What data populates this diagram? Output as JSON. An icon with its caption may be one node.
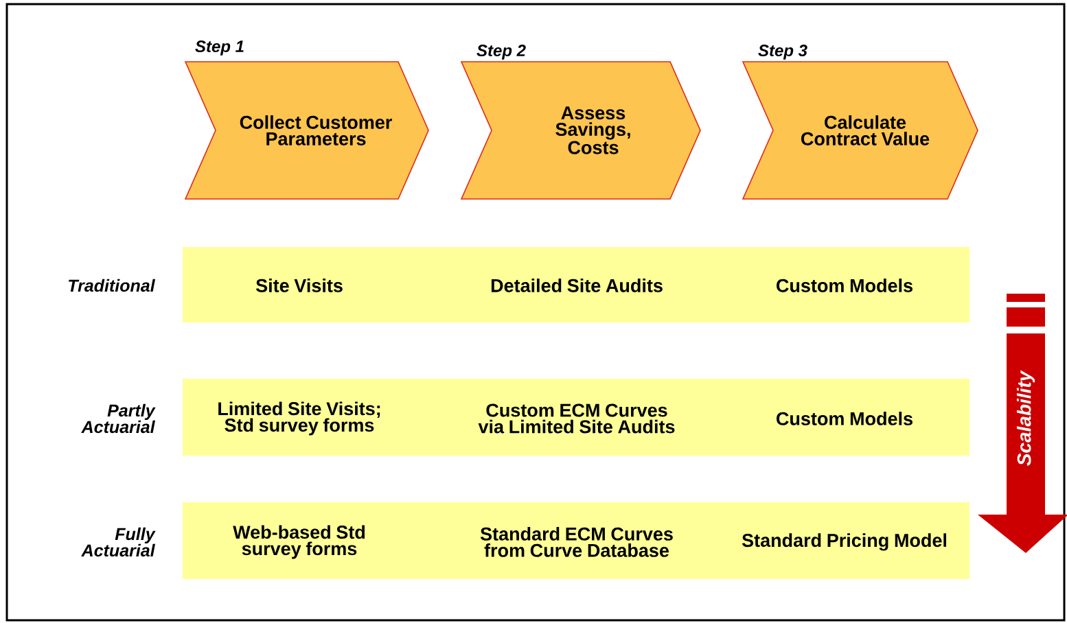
{
  "diagram": {
    "nodes": [
      {
        "text": [
          "Step 1",
          "Collect Customer Parameters"
        ]
      },
      {
        "text": [
          "Step 2",
          "Assess Savings, Costs"
        ]
      },
      {
        "text": [
          "Step 3",
          "Calculate Contract Value"
        ]
      },
      {
        "text": [
          "Site Visits",
          "Detailed Site Audits",
          "Custom Models"
        ],
        "beside": [
          "Traditional"
        ]
      },
      {
        "text": [
          "Limited Site Visits; Std survey forms",
          "Custom ECM Curves via Limited Site Audits",
          "Custom Models"
        ],
        "beside": [
          "Partly Actuarial"
        ]
      },
      {
        "text": [
          "Web-based Std survey forms",
          "Standard ECM Curves from Curve Database",
          "Standard Pricing Model"
        ],
        "beside": [
          "Fully Actuarial"
        ]
      },
      {
        "text": [
          "Scalability"
        ]
      }
    ]
  }
}
